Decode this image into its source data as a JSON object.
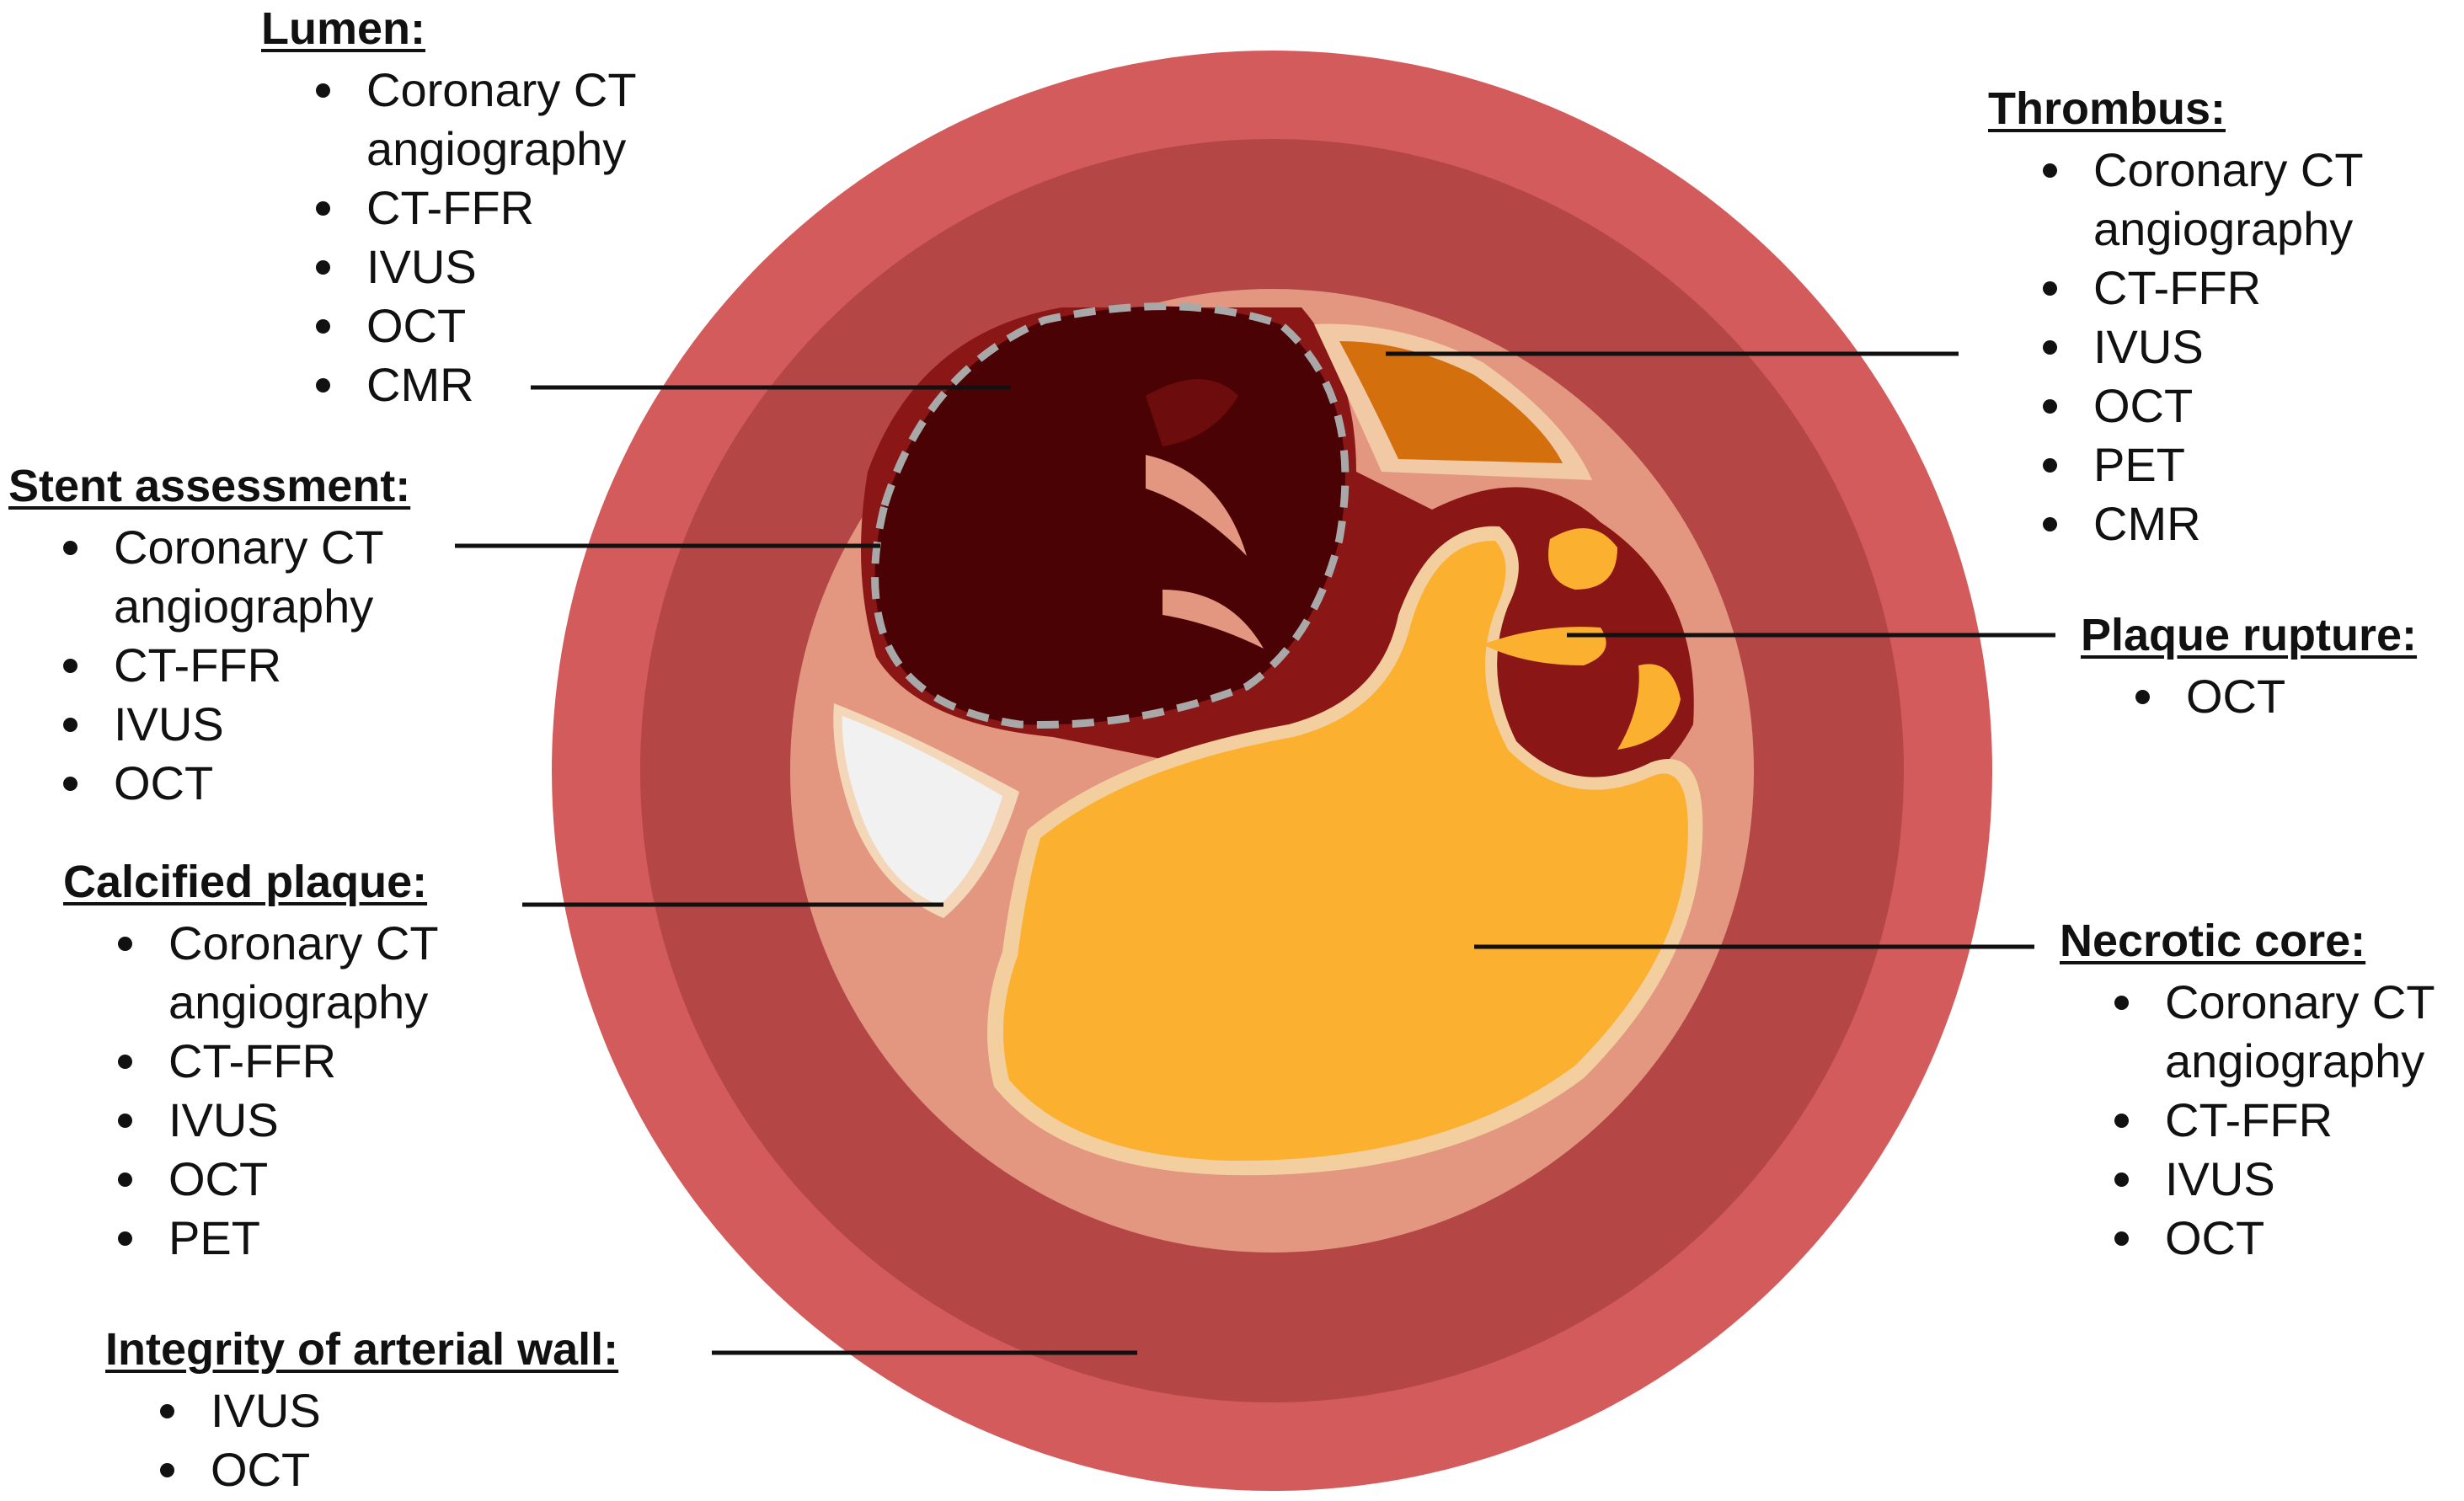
{
  "colors": {
    "adventitia": "#d45b5b",
    "media": "#b44746",
    "intima": "#e39780",
    "lumen": "#4a0204",
    "plaque_tissue": "#8a1716",
    "thrombus": "#d46f0e",
    "necrotic_core": "#fbb02f",
    "calcium": "#f1f1f1",
    "stent": "#a8a8a8",
    "leader_line": "#111111"
  },
  "labels": {
    "lumen": {
      "title": "Lumen:",
      "items": [
        "Coronary CT angiography",
        "CT-FFR",
        "IVUS",
        "OCT",
        "CMR"
      ]
    },
    "stent": {
      "title": "Stent assessment:",
      "items": [
        "Coronary CT angiography",
        "CT-FFR",
        "IVUS",
        "OCT"
      ]
    },
    "calcified": {
      "title": "Calcified plaque:",
      "items": [
        "Coronary CT angiography",
        "CT-FFR",
        "IVUS",
        "OCT",
        "PET"
      ]
    },
    "wall": {
      "title": "Integrity of arterial wall:",
      "items": [
        "IVUS",
        "OCT"
      ]
    },
    "thrombus": {
      "title": "Thrombus:",
      "items": [
        "Coronary CT angiography",
        "CT-FFR",
        "IVUS",
        "OCT",
        "PET",
        "CMR"
      ]
    },
    "rupture": {
      "title": "Plaque rupture:",
      "items": [
        "OCT"
      ]
    },
    "necrotic": {
      "title": "Necrotic core:",
      "items": [
        "Coronary CT angiography",
        "CT-FFR",
        "IVUS",
        "OCT"
      ]
    }
  }
}
